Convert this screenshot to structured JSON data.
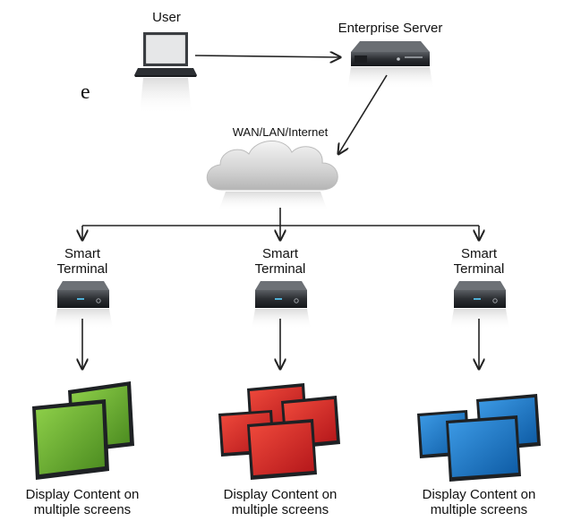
{
  "labels": {
    "user": "User",
    "server": "Enterprise Server",
    "network": "WAN/LAN/Internet",
    "terminal_line1": "Smart",
    "terminal_line2": "Terminal",
    "display_line1": "Display Content on",
    "display_line2": "multiple screens",
    "edge_fragment": "e"
  },
  "icons": {
    "user": "laptop-icon",
    "server": "rack-server-icon",
    "network": "cloud-icon",
    "terminal": "set-top-box-icon",
    "display": "monitor-stack-icon"
  },
  "screen_groups": [
    {
      "name": "green",
      "screen_count": 2,
      "color": "#5fa22a"
    },
    {
      "name": "red",
      "screen_count": 4,
      "color": "#d42320"
    },
    {
      "name": "blue",
      "screen_count": 3,
      "color": "#1673c4"
    }
  ]
}
